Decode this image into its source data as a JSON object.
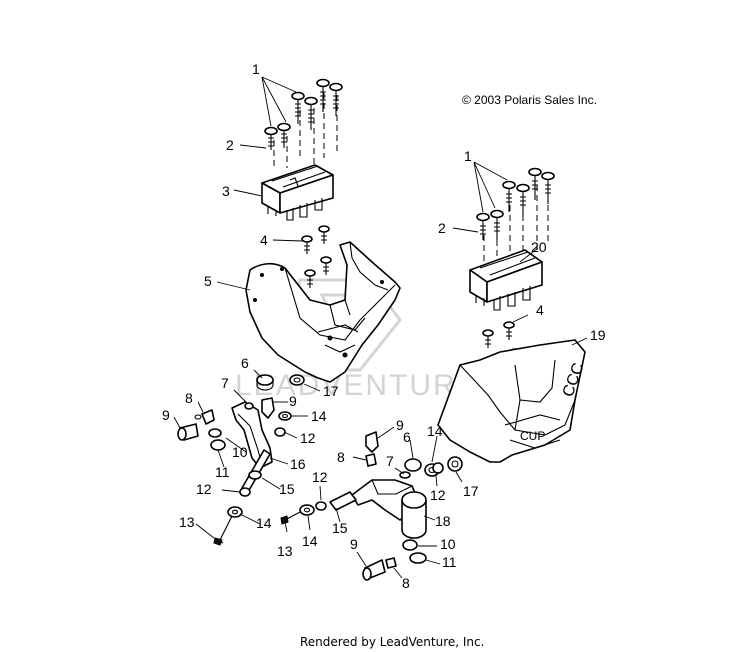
{
  "copyright": "© 2003 Polaris Sales Inc.",
  "footer": "Rendered by LeadVenture, Inc.",
  "watermark": "LEADVENTURE",
  "callouts": {
    "c1a": "1",
    "c2a": "2",
    "c3": "3",
    "c4a": "4",
    "c5": "5",
    "c1b": "1",
    "c2b": "2",
    "c20": "20",
    "c4b": "4",
    "c19": "19",
    "c6a": "6",
    "c7a": "7",
    "c9a": "9",
    "c17a": "17",
    "c8a": "8",
    "c9b": "9",
    "c14a": "14",
    "c12a": "12",
    "c10a": "10",
    "c11a": "11",
    "c16": "16",
    "c12b": "12",
    "c15a": "15",
    "c13a": "13",
    "c14b": "14",
    "c9c": "9",
    "c8b": "8",
    "c6b": "6",
    "c14c": "14",
    "c7b": "7",
    "c12c": "12",
    "c17b": "17",
    "c12d": "12",
    "c15b": "15",
    "c18": "18",
    "c13b": "13",
    "c14d": "14",
    "c9d": "9",
    "c10b": "10",
    "c11b": "11",
    "c8c": "8"
  }
}
